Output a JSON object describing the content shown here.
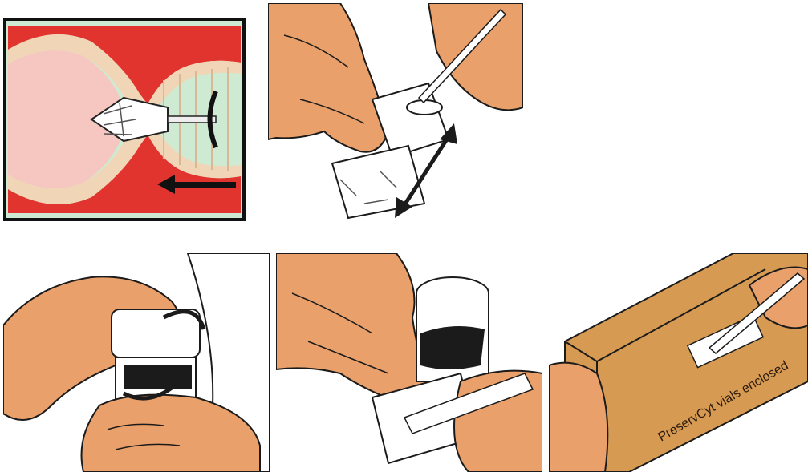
{
  "panels": [
    {
      "id": "cervix-cross-section",
      "icons": [
        "cervix-illustration",
        "brush-tool-icon",
        "arrow-left-icon"
      ]
    },
    {
      "id": "brush-into-vial",
      "icons": [
        "hand-icon",
        "vial-icon",
        "brush-handle-icon",
        "double-arrow-icon"
      ]
    },
    {
      "id": "cap-vial",
      "icons": [
        "hands-icon",
        "vial-icon",
        "rotate-arrow-icon"
      ]
    },
    {
      "id": "label-vial",
      "icons": [
        "hand-icon",
        "vial-icon",
        "pen-icon"
      ]
    },
    {
      "id": "label-box",
      "icons": [
        "hands-icon",
        "box-icon",
        "pen-icon"
      ]
    }
  ],
  "box_text": "PreservCyt vials enclosed",
  "colors": {
    "skin": "#E9A06A",
    "skin_dark": "#C77B45",
    "tissue_red": "#E2342E",
    "tissue_pink": "#F6C7C0",
    "mint": "#CFEAD2",
    "box": "#D79A52",
    "ink": "#1b1b1b"
  }
}
